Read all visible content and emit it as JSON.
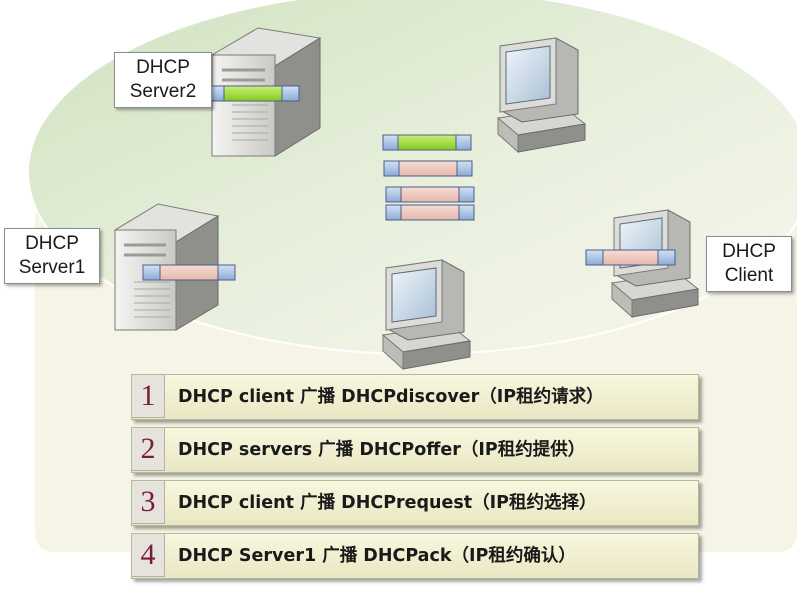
{
  "labels": {
    "server2": [
      "DHCP",
      "Server2"
    ],
    "server1": [
      "DHCP",
      "Server1"
    ],
    "client": [
      "DHCP",
      "Client"
    ]
  },
  "steps": [
    {
      "num": "1",
      "text": "DHCP client 广播 DHCPdiscover（IP租约请求）"
    },
    {
      "num": "2",
      "text": "DHCP servers 广播 DHCPoffer（IP租约提供）"
    },
    {
      "num": "3",
      "text": "DHCP client 广播 DHCPrequest（IP租约选择）"
    },
    {
      "num": "4",
      "text": "DHCP Server1 广播 DHCPack（IP租约确认）"
    }
  ],
  "colors": {
    "green_packet": "#9bdc35",
    "pink_packet": "#efc8be",
    "packet_cap": "#a9c2e6",
    "step_number": "#7a1c3c"
  }
}
